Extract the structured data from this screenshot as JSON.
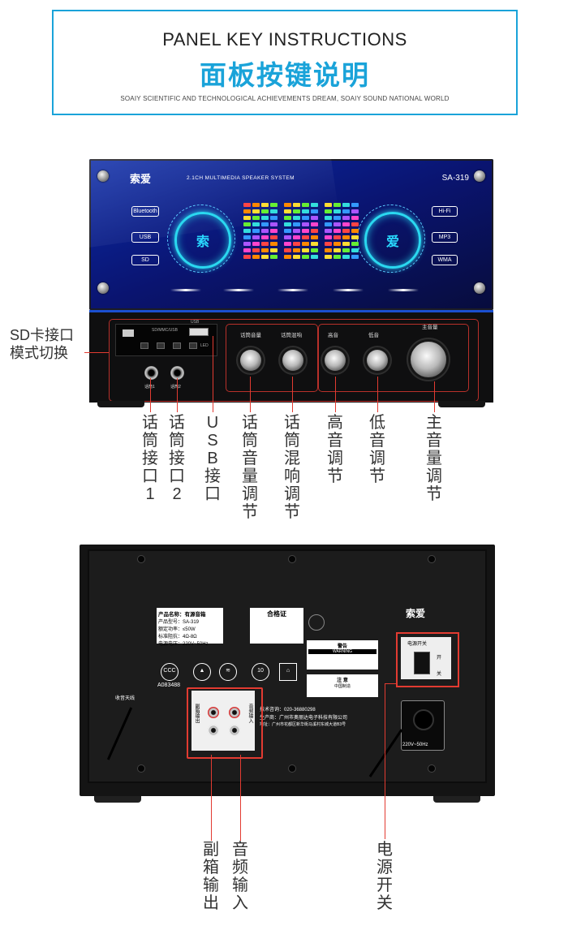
{
  "header": {
    "title_en": "PANEL KEY INSTRUCTIONS",
    "title_cn": "面板按键说明",
    "subtitle": "SOAIY SCIENTIFIC AND TECHNOLOGICAL ACHIEVEMENTS DREAM, SOAIY SOUND NATIONAL WORLD"
  },
  "front_panel": {
    "brand": "索爱",
    "system_label": "2.1CH MULTIMEDIA SPEAKER SYSTEM",
    "model": "SA-319",
    "badges_left": [
      "Bluetooth",
      "USB",
      "SD"
    ],
    "badges_right": [
      "Hi-Fi",
      "MP3",
      "WMA"
    ],
    "ring_left_char": "索",
    "ring_right_char": "爱",
    "module_labels": {
      "sd_usb": "SD/MMC/USB",
      "usb": "USB",
      "led": "LED",
      "mic1": "话筒1",
      "mic2": "话筒2"
    },
    "knob_labels": [
      "话筒音量",
      "话筒混响",
      "高音",
      "低音",
      "主音量"
    ]
  },
  "callouts_front": {
    "sd_mode": "SD卡接口\n模式切换",
    "mic1": "话筒接口1",
    "mic2": "话筒接口2",
    "usb": "USB接口",
    "mic_volume": "话筒音量调节",
    "mic_reverb": "话筒混响调节",
    "treble": "高音调节",
    "bass": "低音调节",
    "main_volume": "主音量调节"
  },
  "back_panel": {
    "brand": "索爱",
    "product_label": {
      "title": "产品名称：有源音箱",
      "lines": [
        "产品型号：SA-319",
        "额定功率：≤50W",
        "标准阻抗：4Ω-8Ω",
        "电源电压：220V~50Hz"
      ]
    },
    "cert_tag": "合格证",
    "cert_number": "A083488",
    "warning_title": "警告",
    "warning_en": "WARNING",
    "notice_title": "注 意",
    "made_in": "中国制造",
    "tech_line": "技术咨询：020-36880298",
    "maker_line": "生产商：广州市奥丽达电子科技有限公司",
    "address_line": "地址：广州市花都区新华街马溪村东城大道B3号",
    "power_switch_label": "电源开关",
    "power_on": "开",
    "power_off": "关",
    "power_rating": "220V~50Hz",
    "sub_output_label": "副箱输出",
    "audio_input_label": "音频输入",
    "antenna_label": "收音天线"
  },
  "callouts_back": {
    "sub_output": "副箱输出",
    "audio_input": "音频输入",
    "power_switch": "电源开关"
  },
  "colors": {
    "accent": "#1aa3d9",
    "callout": "#e23b31"
  }
}
